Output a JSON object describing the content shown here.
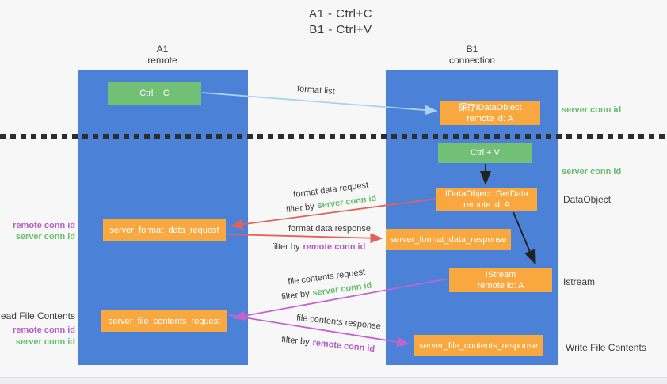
{
  "title": {
    "line1": "A1 - Ctrl+C",
    "line2": "B1 - Ctrl+V"
  },
  "lifelines": {
    "a1": {
      "name": "A1",
      "role": "remote"
    },
    "b1": {
      "name": "B1",
      "role": "connection"
    }
  },
  "nodes": {
    "ctrl_c": "Ctrl + C",
    "ctrl_v": "Ctrl + V",
    "save_dataobject": {
      "line1": "保存IDataObject",
      "line2": "remote id: A"
    },
    "getdata": {
      "line1": "IDataObject::GetData",
      "line2": "remote id: A"
    },
    "istream": {
      "line1": "IStream",
      "line2": "remote id: A"
    },
    "server_format_data_request": "server_format_data_request",
    "server_format_data_response": "server_format_data_response",
    "server_file_contents_request": "server_file_contents_request",
    "server_file_contents_response": "server_file_contents_response"
  },
  "labels": {
    "format_list": "format list",
    "format_data_request": "format data request",
    "format_data_response": "format data response",
    "file_contents_request": "file contents request",
    "file_contents_response": "file contents response",
    "filter_by": "filter by",
    "server_conn_id": "server conn id",
    "remote_conn_id": "remote conn id"
  },
  "side_labels": {
    "server_conn_id_top": "server conn id",
    "server_conn_id_mid": "server conn id",
    "dataobject": "DataObject",
    "istream": "Istream",
    "read_file_contents": "Read File Contents",
    "write_file_contents": "Write File Contents",
    "left_mid": {
      "remote": "remote conn id",
      "server": "server conn id"
    },
    "left_bottom": {
      "remote": "remote conn id",
      "server": "server conn id"
    }
  },
  "colors": {
    "lifeline_fill": "#4b82d8",
    "action_green": "#72c075",
    "message_orange": "#f8a83f",
    "arrow_red": "#e0635a",
    "arrow_magenta": "#c264cc",
    "arrow_light_blue": "#a9d3ee",
    "arrow_black": "#222222",
    "text_green": "#67bd6b",
    "text_purple": "#b35cc4",
    "text_dark": "#3d3d3d",
    "background": "#f7f7f8"
  }
}
